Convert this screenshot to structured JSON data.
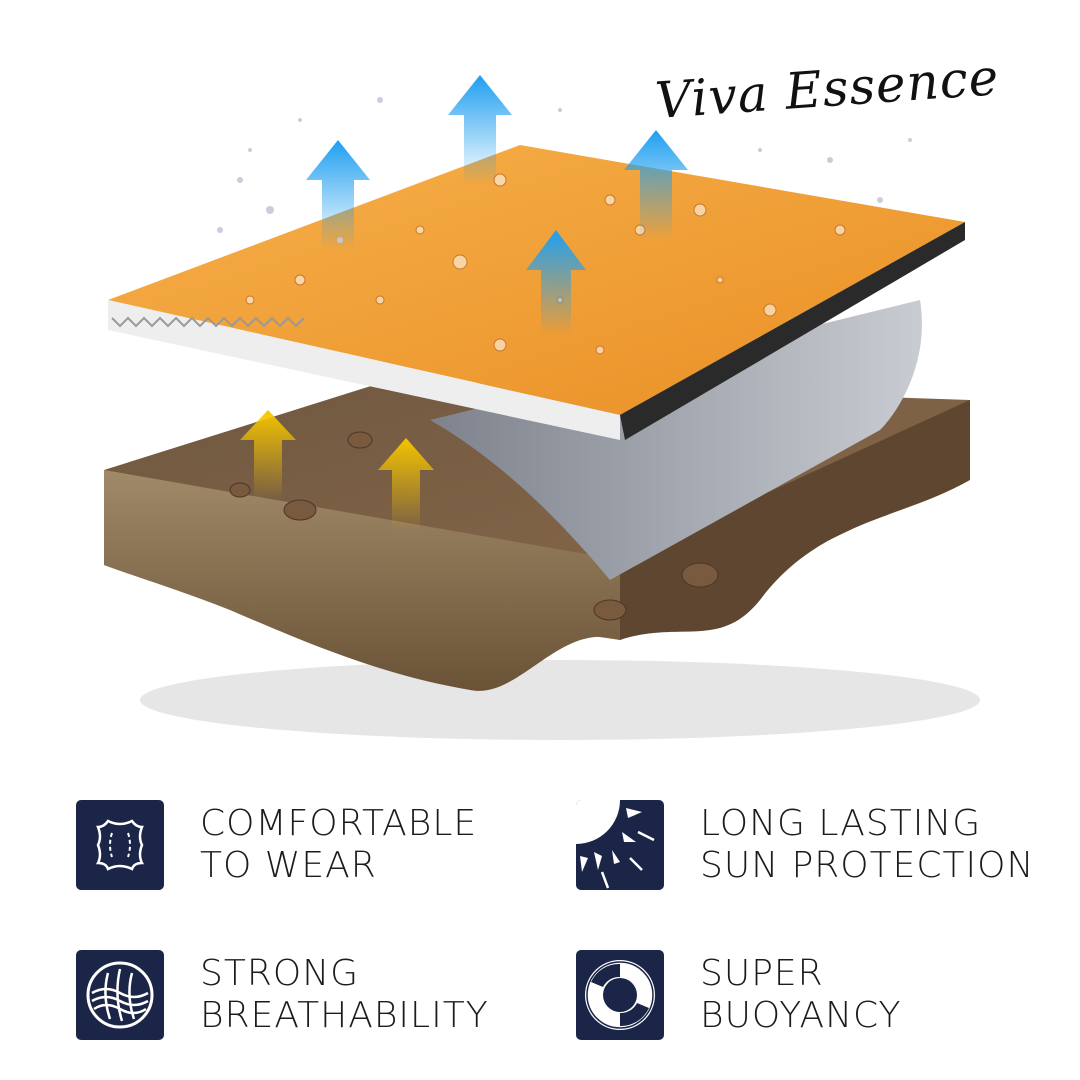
{
  "brand": {
    "logo_text": "Viva Essence"
  },
  "features": [
    {
      "icon": "leather-hide-icon",
      "line1": "COMFORTABLE",
      "line2": "TO WEAR"
    },
    {
      "icon": "sun-protection-icon",
      "line1": "LONG LASTING",
      "line2": "SUN PROTECTION"
    },
    {
      "icon": "breathability-icon",
      "line1": "STRONG",
      "line2": "BREATHABILITY"
    },
    {
      "icon": "lifebuoy-icon",
      "line1": "SUPER",
      "line2": "BUOYANCY"
    }
  ],
  "colors": {
    "icon_bg": "#1b2547",
    "orange": "#f3a33d",
    "arrow_blue": "#2aa7e8",
    "arrow_yellow": "#f2c21a",
    "base_brown": "#8b6a4c"
  }
}
